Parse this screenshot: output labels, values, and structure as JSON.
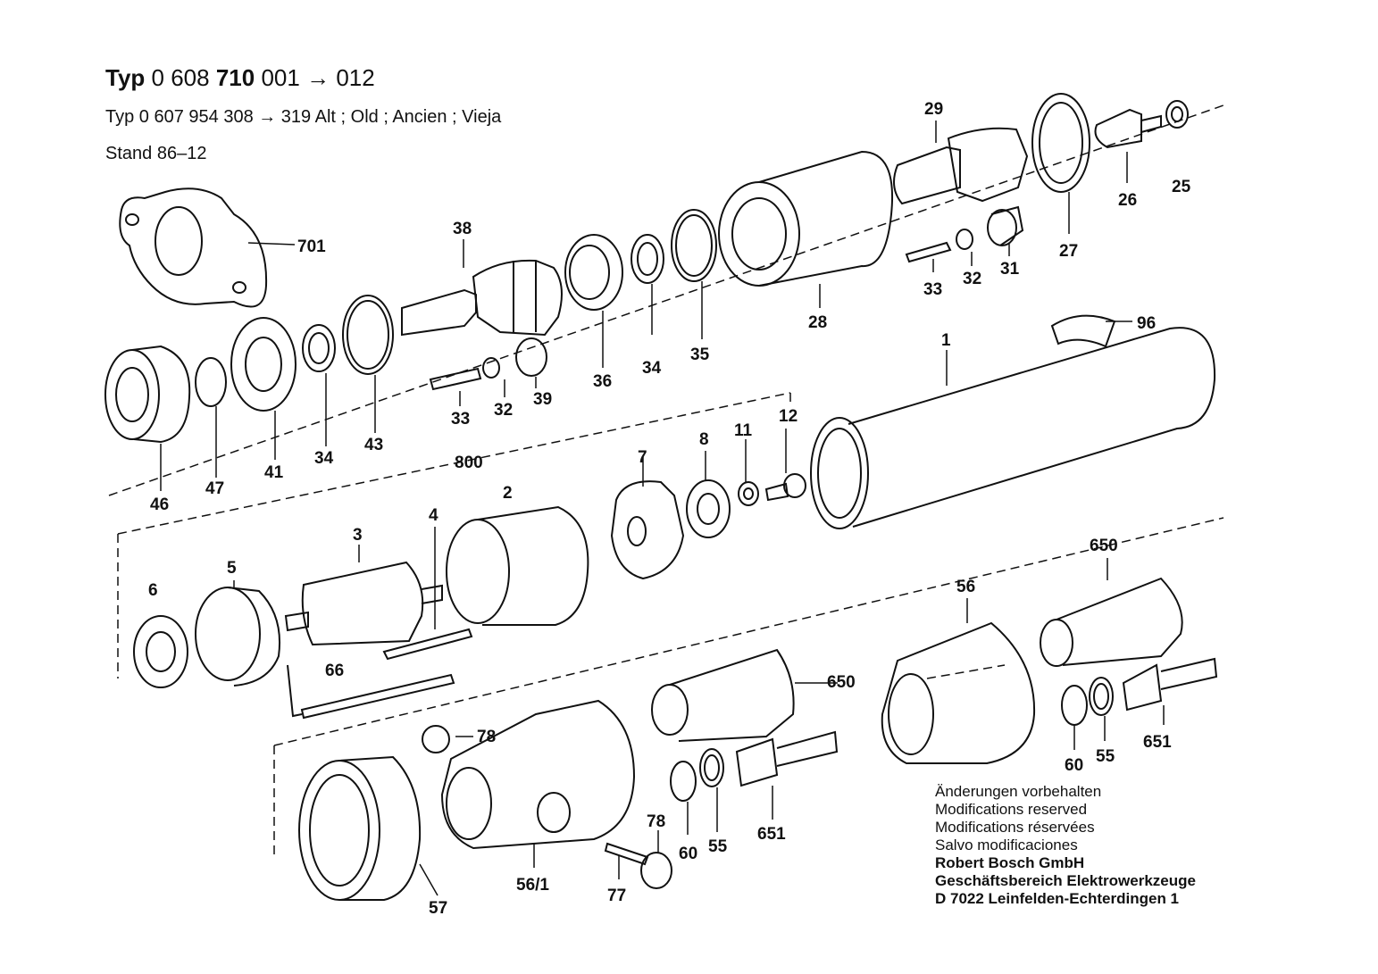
{
  "header": {
    "line1_typ": "Typ",
    "line1_num_a": "0 608",
    "line1_num_b": "710",
    "line1_num_c": "001",
    "line1_arrow": "→",
    "line1_num_d": "012",
    "line2": "Typ 0 607 954 308  →  319  Alt ; Old ; Ancien ; Vieja",
    "line3": "Stand  86–12"
  },
  "notes": {
    "de": "Änderungen vorbehalten",
    "en": "Modifications reserved",
    "fr": "Modifications réservées",
    "es": "Salvo modificaciones"
  },
  "company": {
    "name": "Robert Bosch GmbH",
    "division": "Geschäftsbereich Elektrowerkzeuge",
    "address": "D 7022 Leinfelden-Echterdingen 1"
  },
  "labels": {
    "p701": "701",
    "p38": "38",
    "p29": "29",
    "p26": "26",
    "p25": "25",
    "p27": "27",
    "p33a": "33",
    "p32a": "32",
    "p31": "31",
    "p28": "28",
    "p96": "96",
    "p1": "1",
    "p36": "36",
    "p34a": "34",
    "p35": "35",
    "p33b": "33",
    "p32b": "32",
    "p39": "39",
    "p46": "46",
    "p47": "47",
    "p41": "41",
    "p34b": "34",
    "p43": "43",
    "p800": "800",
    "p7": "7",
    "p8": "8",
    "p11": "11",
    "p12": "12",
    "p2": "2",
    "p3": "3",
    "p4": "4",
    "p5": "5",
    "p6": "6",
    "p66": "66",
    "p650a": "650",
    "p56": "56",
    "p650b": "650",
    "p78a": "78",
    "p78b": "78",
    "p60a": "60",
    "p55a": "55",
    "p651a": "651",
    "p60b": "60",
    "p55b": "55",
    "p651b": "651",
    "p57": "57",
    "p561": "56/1",
    "p77": "77"
  }
}
